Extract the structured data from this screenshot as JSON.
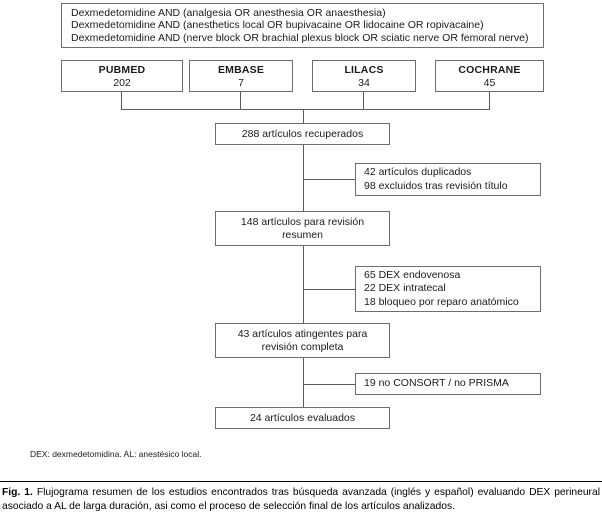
{
  "figure": {
    "query_box": {
      "lines": [
        "Dexmedetomidine AND (analgesia OR anesthesia OR anaesthesia)",
        "Dexmedetomidine AND (anesthetics local OR bupivacaine OR lidocaine OR ropivacaine)",
        "Dexmedetomidine AND (nerve block OR brachial plexus block OR sciatic nerve OR femoral nerve)"
      ]
    },
    "databases": [
      {
        "name": "PUBMED",
        "count": "202"
      },
      {
        "name": "EMBASE",
        "count": "7"
      },
      {
        "name": "LILACS",
        "count": "34"
      },
      {
        "name": "COCHRANE",
        "count": "45"
      }
    ],
    "flow": {
      "retrieved": "288 artículos recuperados",
      "abstract_review_line1": "148 artículos para revisión",
      "abstract_review_line2": "resumen",
      "full_review_line1": "43 artículos atingentes para",
      "full_review_line2": "revisión completa",
      "final": "24 artículos evaluados"
    },
    "exclusions": {
      "duplicates": [
        "42 artículos duplicados",
        "98 excluidos tras revisión título"
      ],
      "route": [
        "65 DEX endovenosa",
        "22 DEX intratecal",
        "18 bloqueo por reparo anatómico"
      ],
      "reporting": [
        "19 no CONSORT / no PRISMA"
      ]
    },
    "footnote": "DEX: dexmedetomidina. AL: anestésico local.",
    "caption": {
      "label": "Fig. 1.",
      "text": "Flujograma resumen de los estudios encontrados tras búsqueda avanzada (inglés y español) evaluando DEX perineural asociado a AL de larga duración, asi como el proceso de selección final de los artículos analizados."
    },
    "colors": {
      "box_border": "#6e6e6e",
      "connector": "#5a5a5a",
      "text": "#1a1a1a",
      "background": "#ffffff"
    }
  }
}
